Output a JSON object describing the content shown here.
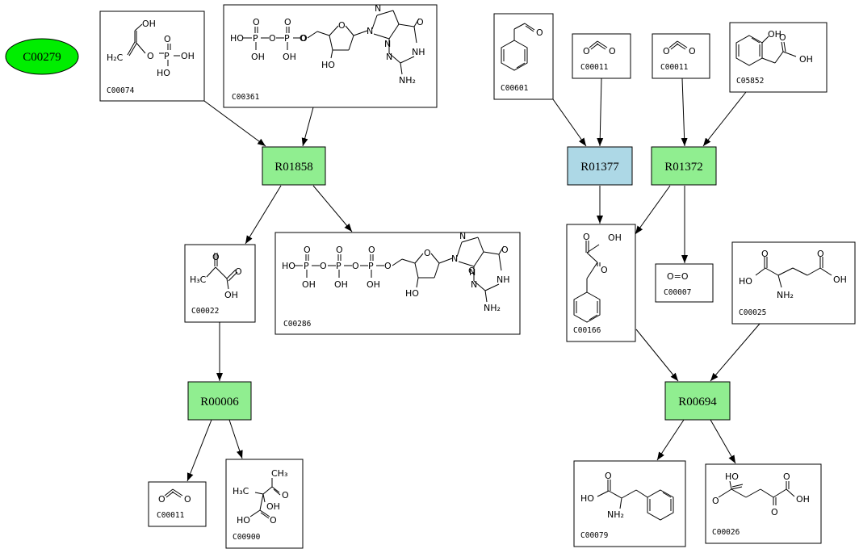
{
  "colors": {
    "reaction_default": "#90ee90",
    "reaction_highlight": "#add8e6",
    "query_node": "#00ee00"
  },
  "query": {
    "label": "C00279"
  },
  "reactions": [
    {
      "id": "R01858",
      "label": "R01858",
      "color": "#90ee90"
    },
    {
      "id": "R00006",
      "label": "R00006",
      "color": "#90ee90"
    },
    {
      "id": "R01377",
      "label": "R01377",
      "color": "#add8e6"
    },
    {
      "id": "R01372",
      "label": "R01372",
      "color": "#90ee90"
    },
    {
      "id": "R00694",
      "label": "R00694",
      "color": "#90ee90"
    }
  ],
  "compounds": [
    {
      "id": "C00074",
      "label": "C00074",
      "atoms": [
        "OH",
        "O",
        "H₂C",
        "O",
        "P",
        "OH",
        "HO"
      ]
    },
    {
      "id": "C00361",
      "label": "C00361",
      "atoms": [
        "HO",
        "P",
        "O",
        "P",
        "O",
        "O",
        "OH",
        "OH",
        "O",
        "O",
        "O",
        "HO",
        "N",
        "N",
        "N",
        "N",
        "NH",
        "O",
        "NH₂"
      ]
    },
    {
      "id": "C00022",
      "label": "C00022",
      "atoms": [
        "H₃C",
        "O",
        "O",
        "OH"
      ]
    },
    {
      "id": "C00286",
      "label": "C00286",
      "atoms": [
        "HO",
        "P",
        "O",
        "P",
        "O",
        "P",
        "O",
        "O",
        "OH",
        "OH",
        "OH",
        "O",
        "O",
        "O",
        "O",
        "HO",
        "N",
        "N",
        "N",
        "N",
        "NH",
        "O",
        "NH₂"
      ]
    },
    {
      "id": "C00011a",
      "label": "C00011",
      "atoms": [
        "O",
        "O"
      ]
    },
    {
      "id": "C00900",
      "label": "C00900",
      "atoms": [
        "CH₃",
        "H₃C",
        "O",
        "OH",
        "HO",
        "O"
      ]
    },
    {
      "id": "C00601",
      "label": "C00601",
      "atoms": [
        "O"
      ]
    },
    {
      "id": "C00011b",
      "label": "C00011",
      "atoms": [
        "O",
        "O"
      ]
    },
    {
      "id": "C00011c",
      "label": "C00011",
      "atoms": [
        "O",
        "O"
      ]
    },
    {
      "id": "C05852",
      "label": "C05852",
      "atoms": [
        "OH",
        "O",
        "OH"
      ]
    },
    {
      "id": "C00166",
      "label": "C00166",
      "atoms": [
        "O",
        "OH",
        "O"
      ]
    },
    {
      "id": "C00007",
      "label": "C00007",
      "atoms": [
        "O=O"
      ]
    },
    {
      "id": "C00025",
      "label": "C00025",
      "atoms": [
        "O",
        "O",
        "HO",
        "OH",
        "NH₂"
      ]
    },
    {
      "id": "C00079",
      "label": "C00079",
      "atoms": [
        "O",
        "HO",
        "NH₂"
      ]
    },
    {
      "id": "C00026",
      "label": "C00026",
      "atoms": [
        "HO",
        "O",
        "O",
        "OH",
        "O"
      ]
    }
  ],
  "edges": [
    {
      "from": "C00074",
      "to": "R01858"
    },
    {
      "from": "C00361",
      "to": "R01858"
    },
    {
      "from": "R01858",
      "to": "C00022"
    },
    {
      "from": "R01858",
      "to": "C00286"
    },
    {
      "from": "C00022",
      "to": "R00006"
    },
    {
      "from": "R00006",
      "to": "C00011a"
    },
    {
      "from": "R00006",
      "to": "C00900"
    },
    {
      "from": "C00601",
      "to": "R01377"
    },
    {
      "from": "C00011b",
      "to": "R01377"
    },
    {
      "from": "C00011c",
      "to": "R01372"
    },
    {
      "from": "C05852",
      "to": "R01372"
    },
    {
      "from": "R01377",
      "to": "C00166"
    },
    {
      "from": "R01372",
      "to": "C00166"
    },
    {
      "from": "R01372",
      "to": "C00007"
    },
    {
      "from": "C00166",
      "to": "R00694"
    },
    {
      "from": "C00025",
      "to": "R00694"
    },
    {
      "from": "R00694",
      "to": "C00079"
    },
    {
      "from": "R00694",
      "to": "C00026"
    }
  ]
}
